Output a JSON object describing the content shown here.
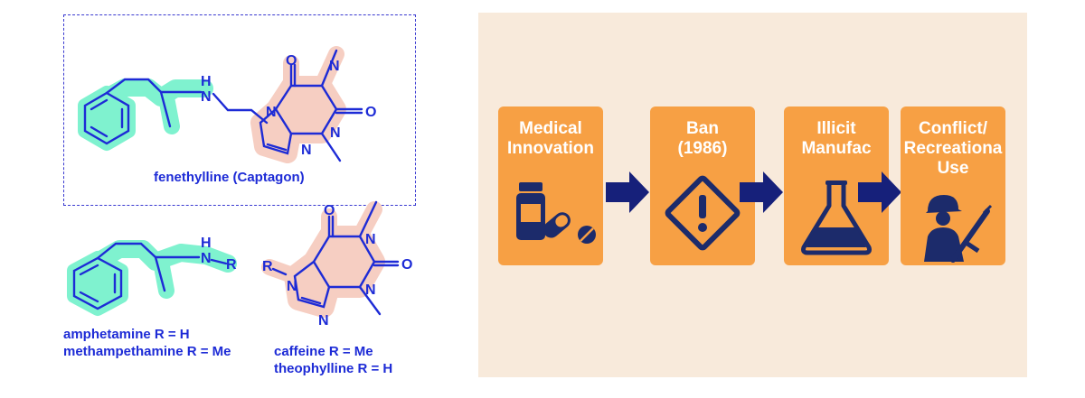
{
  "chemistry": {
    "captagon_label": "fenethylline (Captagon)",
    "amphetamine_label": "amphetamine R = H",
    "methamphetamine_label": "methampethamine R = Me",
    "caffeine_label": "caffeine R = Me",
    "theophylline_label": "theophylline R = H",
    "atom_nh": "N",
    "atom_h": "H",
    "atom_n": "N",
    "atom_o": "O",
    "atom_r": "R"
  },
  "flow": {
    "steps": [
      {
        "title_line1": "Medical",
        "title_line2": "Innovation",
        "icon": "pill-bottle-icon"
      },
      {
        "title_line1": "Ban",
        "title_line2": "(1986)",
        "icon": "warning-sign-icon"
      },
      {
        "title_line1": "Illicit",
        "title_line2": "Manufac",
        "icon": "flask-icon"
      },
      {
        "title_line1": "Conflict/",
        "title_line2": "Recreationa",
        "title_line3": "Use",
        "icon": "soldier-rifle-icon"
      }
    ]
  },
  "colors": {
    "text_blue": "#1d2bd6",
    "green_highlight": "#7ff2cf",
    "pink_highlight": "#f6cec2",
    "orange_box": "#f7a044",
    "panel_bg": "#f8eadb",
    "navy_arrow": "#16207a",
    "icon_navy": "#1c2b6b"
  }
}
